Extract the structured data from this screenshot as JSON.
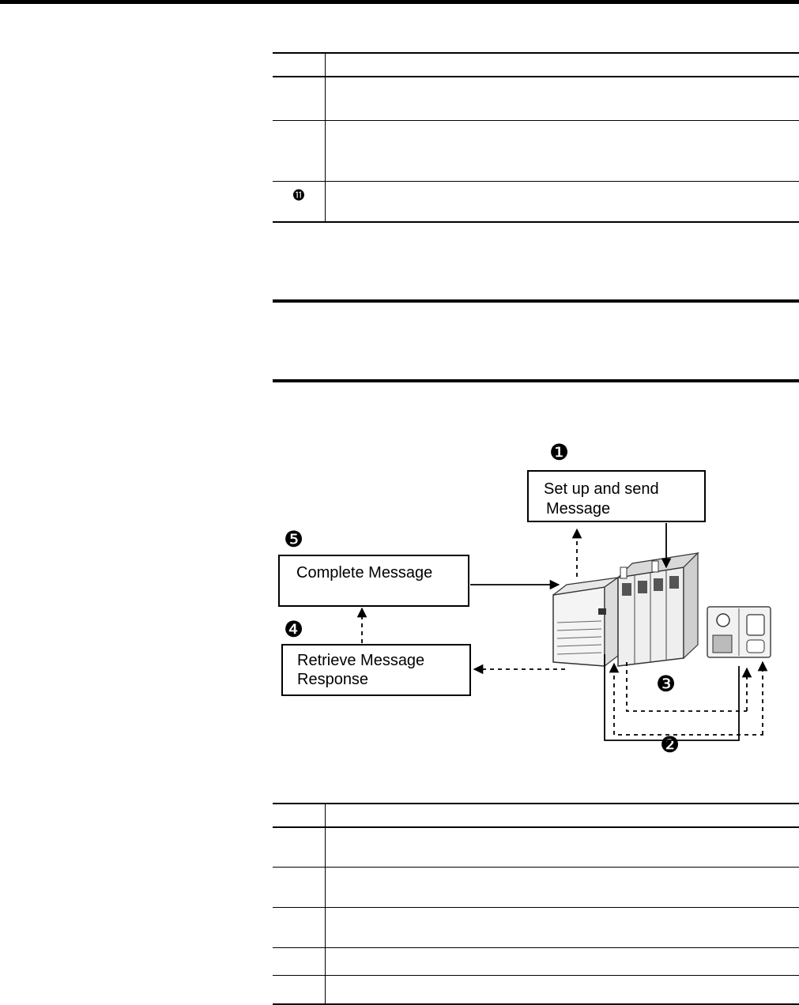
{
  "table_top": {
    "rows": [
      {
        "num": ""
      },
      {
        "num": ""
      },
      {
        "num": ""
      },
      {
        "num": "⓫"
      }
    ]
  },
  "diagram": {
    "step1_marker": "❶",
    "step2_marker": "❷",
    "step3_marker": "❸",
    "step4_marker": "❹",
    "step5_marker": "❺",
    "box1_line1": "Set up and send",
    "box1_line2": "Message",
    "box5_label": "Complete Message",
    "box4_line1": "Retrieve  Message",
    "box4_line2": "Response"
  },
  "table_bottom": {
    "rows": [
      {
        "num": ""
      },
      {
        "num": ""
      },
      {
        "num": ""
      },
      {
        "num": ""
      },
      {
        "num": ""
      },
      {
        "num": ""
      }
    ]
  }
}
